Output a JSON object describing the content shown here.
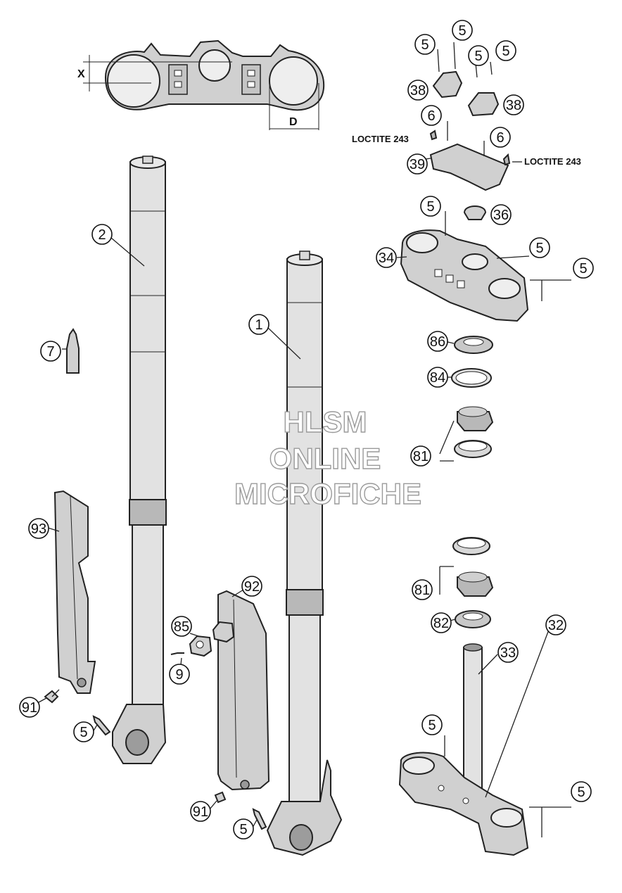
{
  "watermark": {
    "line1": "HLSM",
    "line2": "ONLINE",
    "line3": "MICROFICHE"
  },
  "dimensions": {
    "x": "X",
    "d": "D"
  },
  "labels": {
    "loctite_left": "LOCTITE 243",
    "loctite_right": "LOCTITE 243"
  },
  "callouts": [
    {
      "id": "c5a",
      "text": "5"
    },
    {
      "id": "c5b",
      "text": "5"
    },
    {
      "id": "c5c",
      "text": "5"
    },
    {
      "id": "c5d",
      "text": "5"
    },
    {
      "id": "c38a",
      "text": "38"
    },
    {
      "id": "c38b",
      "text": "38"
    },
    {
      "id": "c6a",
      "text": "6"
    },
    {
      "id": "c6b",
      "text": "6"
    },
    {
      "id": "c39",
      "text": "39"
    },
    {
      "id": "c5e",
      "text": "5"
    },
    {
      "id": "c36",
      "text": "36"
    },
    {
      "id": "c34",
      "text": "34"
    },
    {
      "id": "c5f",
      "text": "5"
    },
    {
      "id": "c5g",
      "text": "5"
    },
    {
      "id": "c86",
      "text": "86"
    },
    {
      "id": "c84",
      "text": "84"
    },
    {
      "id": "c81a",
      "text": "81"
    },
    {
      "id": "c2",
      "text": "2"
    },
    {
      "id": "c1",
      "text": "1"
    },
    {
      "id": "c7",
      "text": "7"
    },
    {
      "id": "c93",
      "text": "93"
    },
    {
      "id": "c91a",
      "text": "91"
    },
    {
      "id": "c5h",
      "text": "5"
    },
    {
      "id": "c85",
      "text": "85"
    },
    {
      "id": "c9",
      "text": "9"
    },
    {
      "id": "c92",
      "text": "92"
    },
    {
      "id": "c91b",
      "text": "91"
    },
    {
      "id": "c5i",
      "text": "5"
    },
    {
      "id": "c81b",
      "text": "81"
    },
    {
      "id": "c82",
      "text": "82"
    },
    {
      "id": "c32",
      "text": "32"
    },
    {
      "id": "c33",
      "text": "33"
    },
    {
      "id": "c5j",
      "text": "5"
    },
    {
      "id": "c5k",
      "text": "5"
    }
  ]
}
